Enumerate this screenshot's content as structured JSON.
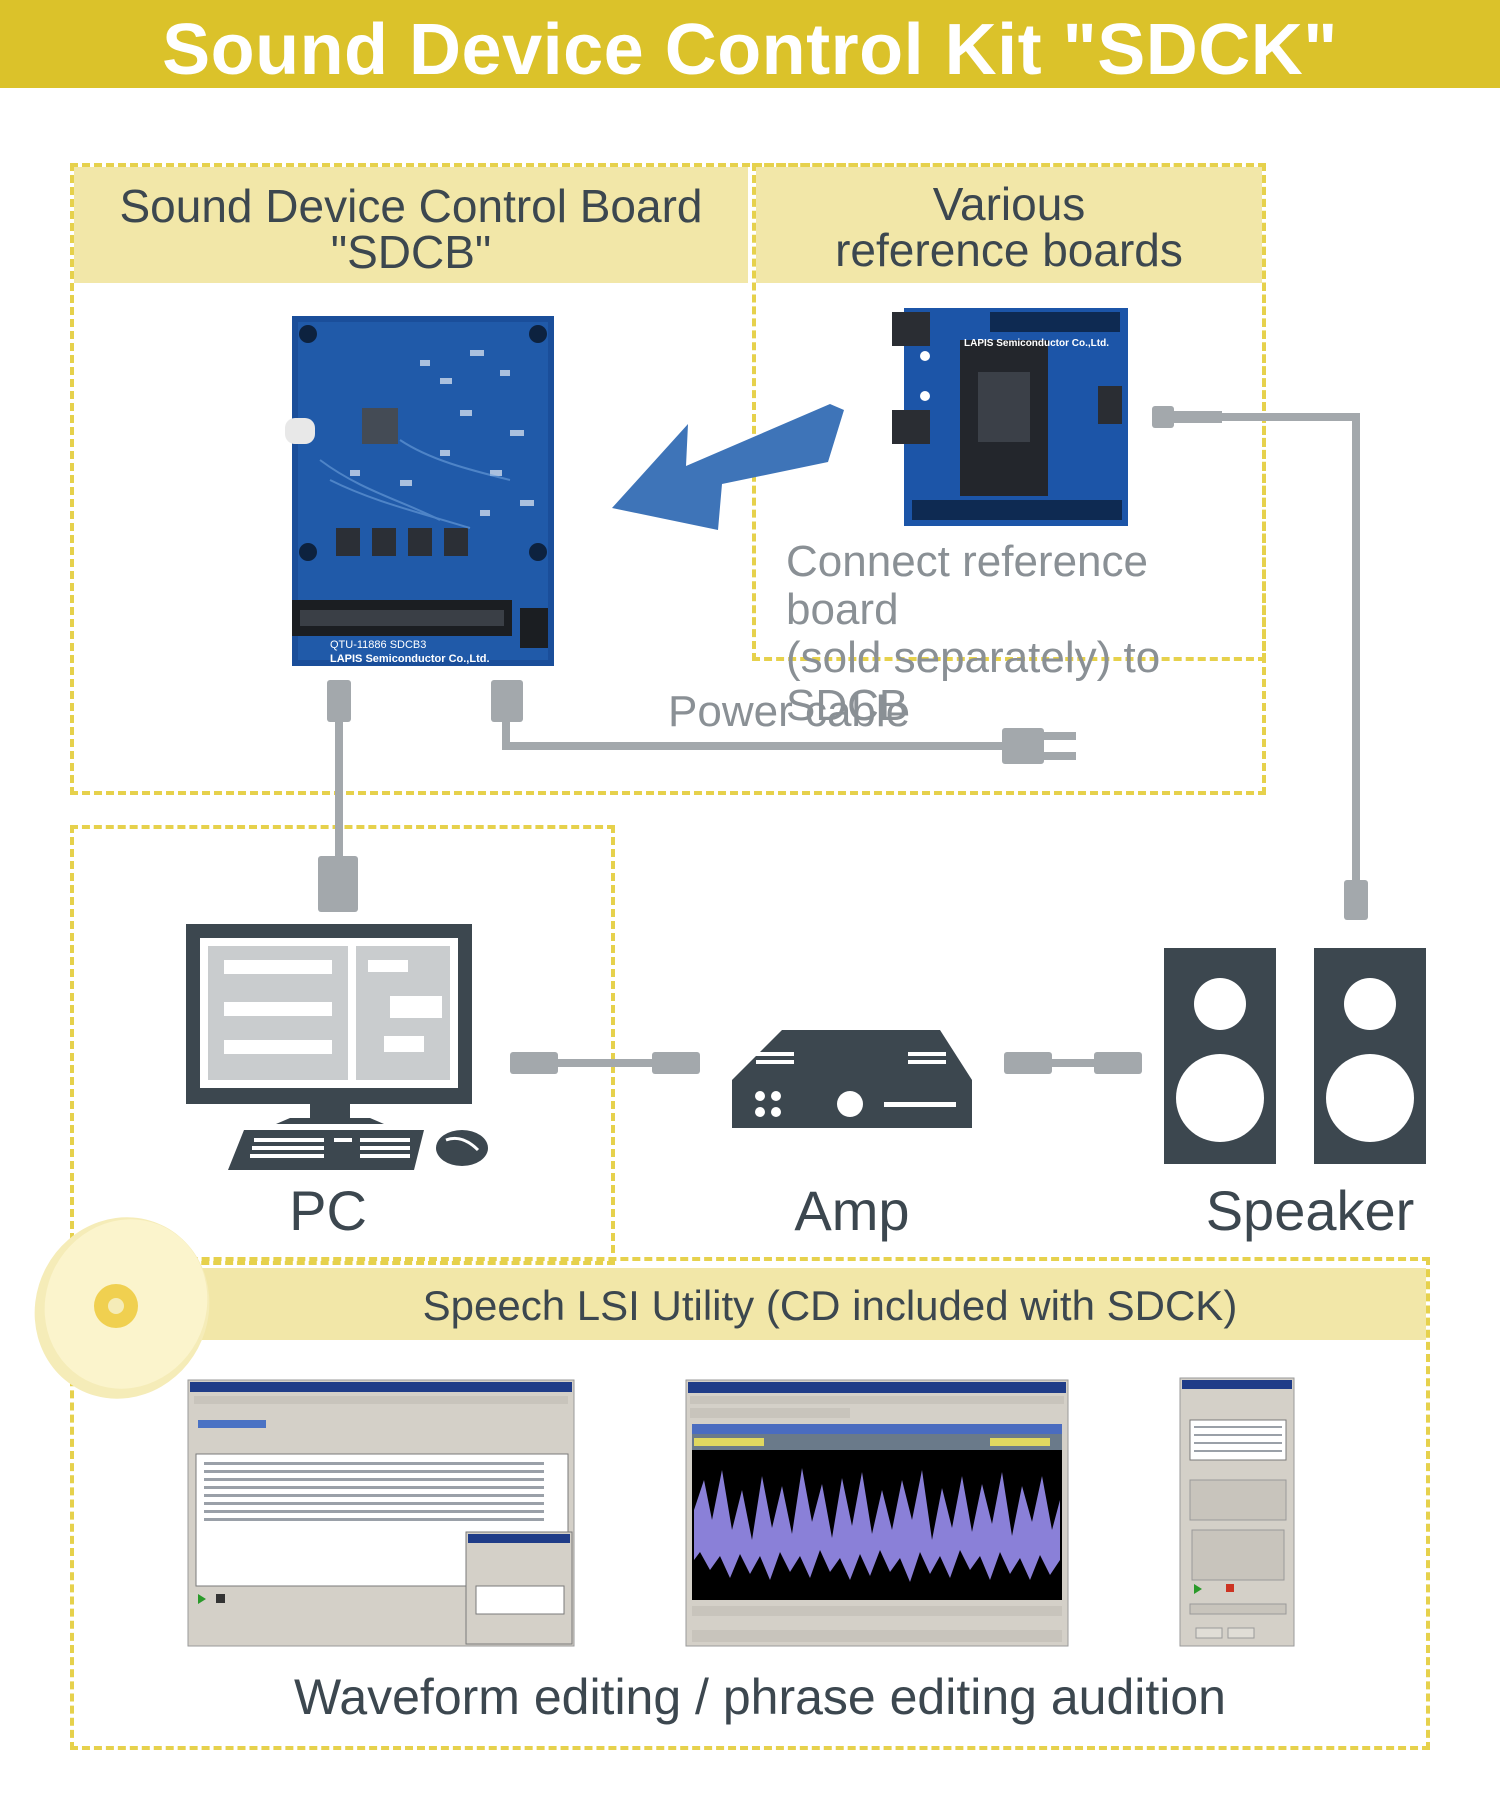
{
  "header": {
    "title": "Sound Device Control Kit \"SDCK\""
  },
  "sdcb_box": {
    "title_line1": "Sound Device Control Board",
    "title_line2": "\"SDCB\""
  },
  "ref_box": {
    "title_line1": "Various",
    "title_line2": "reference boards",
    "note_line1": "Connect reference board",
    "note_line2": "(sold separately) to SDCB"
  },
  "power_cable_label": "Power cable",
  "devices": {
    "pc": "PC",
    "amp": "Amp",
    "speaker": "Speaker"
  },
  "software": {
    "band_label": "Speech LSI Utility (CD included with SDCK)",
    "caption": "Waveform editing / phrase editing audition"
  },
  "colors": {
    "banner": "#dbc22a",
    "dash": "#e6d14c",
    "band": "#f2e7a8",
    "arrow": "#3e74b8",
    "device": "#3c474f",
    "cable": "#a3a8ac",
    "board": "#1a4e9a"
  }
}
